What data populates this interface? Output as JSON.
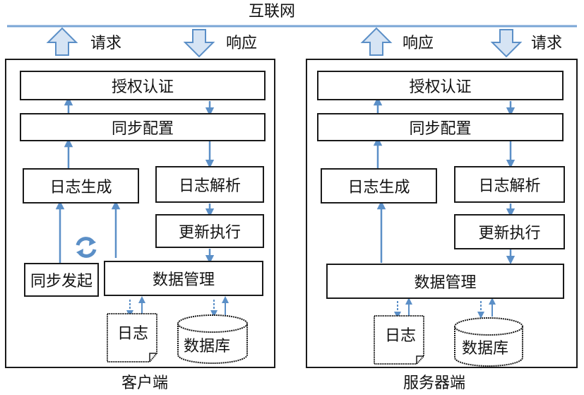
{
  "network": {
    "label": "互联网"
  },
  "client": {
    "footer": "客户端",
    "io_left_label": "请求",
    "io_right_label": "响应",
    "auth": "授权认证",
    "sync_config": "同步配置",
    "log_gen": "日志生成",
    "log_parse": "日志解析",
    "update_exec": "更新执行",
    "sync_start": "同步发起",
    "data_mgmt": "数据管理",
    "log_store": "日志",
    "database": "数据库"
  },
  "server": {
    "footer": "服务器端",
    "io_left_label": "响应",
    "io_right_label": "请求",
    "auth": "授权认证",
    "sync_config": "同步配置",
    "log_gen": "日志生成",
    "log_parse": "日志解析",
    "update_exec": "更新执行",
    "data_mgmt": "数据管理",
    "log_store": "日志",
    "database": "数据库"
  },
  "colors": {
    "arrow": "#5b8fc7",
    "arrow_fill": "#d6e4f4",
    "line": "#7aa6d6",
    "border": "#1a1a1a"
  },
  "icons": {
    "sync": "sync-cycle-icon"
  }
}
